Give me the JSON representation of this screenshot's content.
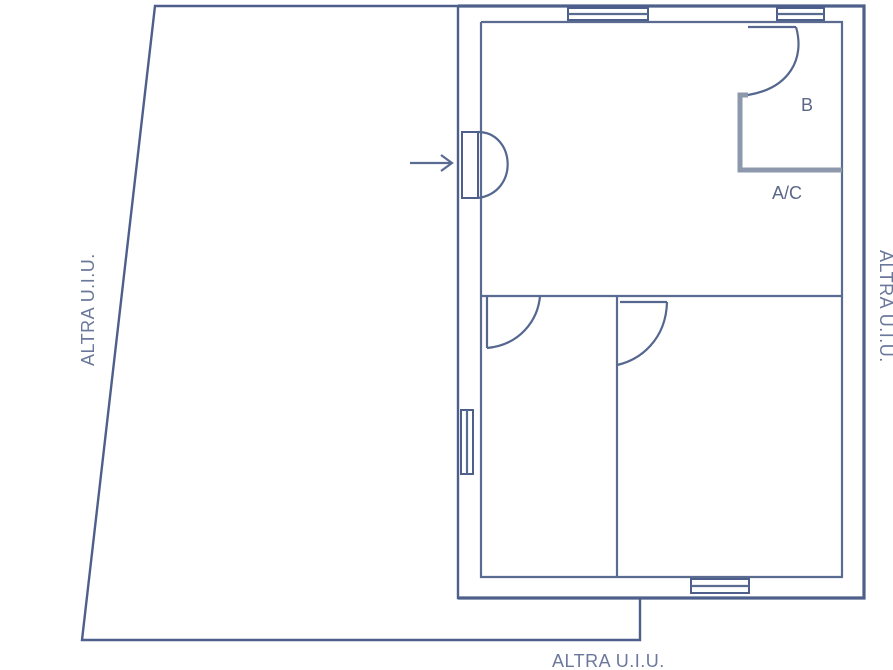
{
  "labels": {
    "left": "ALTRA U.I.U.",
    "bottom": "ALTRA U.I.U.",
    "right": "ALTRA U.I.U.",
    "bathroom": "B",
    "kitchen": "A/C"
  }
}
